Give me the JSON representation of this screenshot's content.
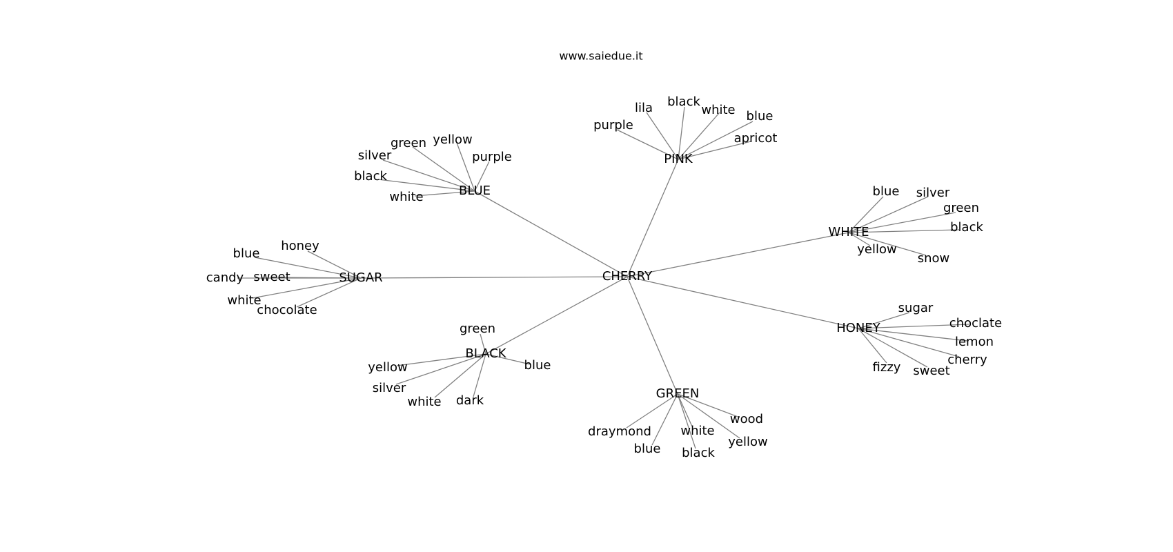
{
  "header": {
    "site": "www.saiedue.it"
  },
  "graph": {
    "root": "CHERRY",
    "hubs": [
      {
        "id": "pink",
        "label": "PINK",
        "leaves": [
          "purple",
          "lila",
          "black",
          "white",
          "blue",
          "apricot"
        ]
      },
      {
        "id": "blue",
        "label": "BLUE",
        "leaves": [
          "green",
          "yellow",
          "silver",
          "purple",
          "black",
          "white"
        ]
      },
      {
        "id": "white",
        "label": "WHITE",
        "leaves": [
          "blue",
          "silver",
          "green",
          "black",
          "yellow",
          "snow"
        ]
      },
      {
        "id": "sugar",
        "label": "SUGAR",
        "leaves": [
          "honey",
          "blue",
          "candy",
          "sweet",
          "white",
          "chocolate"
        ]
      },
      {
        "id": "honey",
        "label": "HONEY",
        "leaves": [
          "sugar",
          "choclate",
          "lemon",
          "cherry",
          "fizzy",
          "sweet"
        ]
      },
      {
        "id": "black",
        "label": "BLACK",
        "leaves": [
          "green",
          "yellow",
          "blue",
          "silver",
          "white",
          "dark"
        ]
      },
      {
        "id": "green",
        "label": "GREEN",
        "leaves": [
          "wood",
          "draymond",
          "white",
          "yellow",
          "blue",
          "black"
        ]
      }
    ]
  }
}
